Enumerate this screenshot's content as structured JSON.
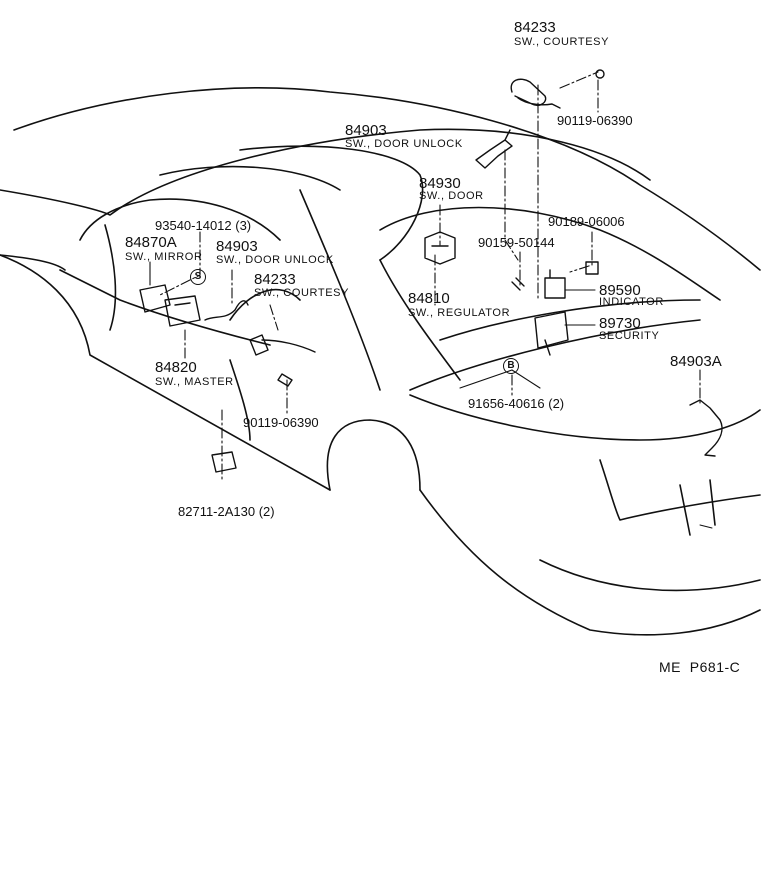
{
  "diagram_ref": "ME  P681-C",
  "callouts": [
    {
      "id": "84233-top",
      "part_no": "84233",
      "name": "SW., COURTESY"
    },
    {
      "id": "90119-top",
      "part_no": "90119-06390",
      "name": ""
    },
    {
      "id": "84903-top",
      "part_no": "84903",
      "name": "SW., DOOR UNLOCK"
    },
    {
      "id": "84930",
      "part_no": "84930",
      "name": "SW., DOOR"
    },
    {
      "id": "90189",
      "part_no": "90189-06006",
      "name": ""
    },
    {
      "id": "90159",
      "part_no": "90159-50144",
      "name": ""
    },
    {
      "id": "93540",
      "part_no": "93540-14012 (3)",
      "name": ""
    },
    {
      "id": "84870A",
      "part_no": "84870A",
      "name": "SW., MIRROR"
    },
    {
      "id": "84903-mid",
      "part_no": "84903",
      "name": "SW., DOOR UNLOCK"
    },
    {
      "id": "84233-mid",
      "part_no": "84233",
      "name": "SW., COURTESY"
    },
    {
      "id": "84810",
      "part_no": "84810",
      "name": "SW., REGULATOR"
    },
    {
      "id": "89590",
      "part_no": "89590",
      "name": "INDICATOR"
    },
    {
      "id": "89730",
      "part_no": "89730",
      "name": "SECURITY"
    },
    {
      "id": "84820",
      "part_no": "84820",
      "name": "SW., MASTER"
    },
    {
      "id": "84903A",
      "part_no": "84903A",
      "name": ""
    },
    {
      "id": "91656",
      "part_no": "91656-40616 (2)",
      "name": ""
    },
    {
      "id": "90119-bottom",
      "part_no": "90119-06390",
      "name": ""
    },
    {
      "id": "82711",
      "part_no": "82711-2A130 (2)",
      "name": ""
    }
  ],
  "markers": {
    "s": "S",
    "b": "B"
  }
}
